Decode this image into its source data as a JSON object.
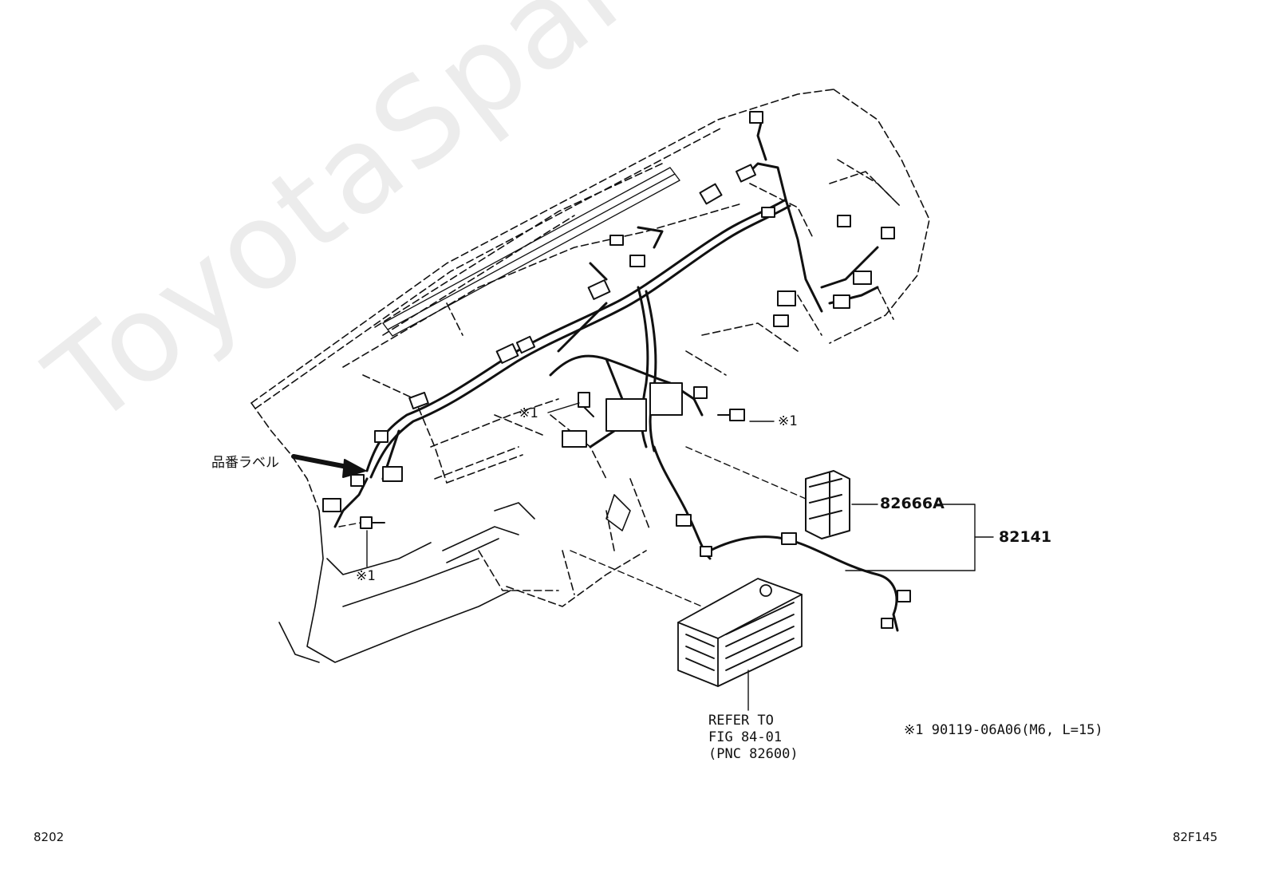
{
  "watermark": "ToyotaSpareWare.ru",
  "labels": {
    "label_jp": "品番ラベル",
    "bolt_ref_a": "※1",
    "bolt_ref_b": "※1",
    "bolt_ref_c": "※1",
    "part_82666A": "82666A",
    "part_82141": "82141",
    "refer_line1": "REFER TO",
    "refer_line2": "FIG 84-01",
    "refer_line3": "(PNC 82600)",
    "note": "※1 90119-06A06(M6, L=15)"
  },
  "footer": {
    "left_code": "8202",
    "right_code": "82F145"
  }
}
